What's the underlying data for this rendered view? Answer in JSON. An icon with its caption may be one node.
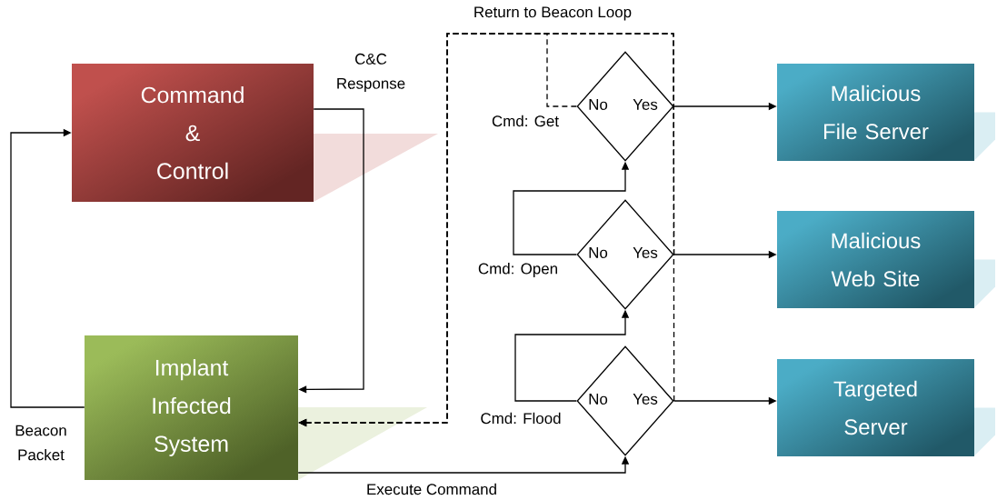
{
  "diagram": {
    "nodes": [
      {
        "text": [
          "Command & Control"
        ]
      },
      {
        "text": [
          "Implant Infected System"
        ]
      },
      {
        "text": [
          "No",
          "Yes"
        ],
        "beside": [
          "Cmd: Get"
        ]
      },
      {
        "text": [
          "No",
          "Yes"
        ],
        "beside": [
          "Cmd: Open"
        ]
      },
      {
        "text": [
          "No",
          "Yes"
        ],
        "beside": [
          "Cmd: Flood"
        ]
      },
      {
        "text": [
          "Malicious File Server"
        ]
      },
      {
        "text": [
          "Malicious Web Site"
        ]
      },
      {
        "text": [
          "Targeted Server"
        ]
      }
    ],
    "edges": [
      {
        "from": 1,
        "to": 0,
        "arrow": "to",
        "label": "Beacon Packet"
      },
      {
        "from": 0,
        "to": 1,
        "arrow": "to",
        "label": "C&C Response"
      },
      {
        "from": 1,
        "to": 4,
        "arrow": "to",
        "label": "Execute Command"
      },
      {
        "from": 4,
        "to": 3,
        "arrow": "to"
      },
      {
        "from": 3,
        "to": 2,
        "arrow": "to"
      },
      {
        "from": 2,
        "to": 1,
        "arrow": "to",
        "style": "dashed",
        "label": "Return to Beacon Loop"
      },
      {
        "from": 3,
        "to": 1,
        "arrow": "to",
        "style": "dashed"
      },
      {
        "from": 4,
        "to": 1,
        "arrow": "to",
        "style": "dashed"
      },
      {
        "from": 2,
        "to": 5,
        "arrow": "to"
      },
      {
        "from": 3,
        "to": 6,
        "arrow": "to"
      },
      {
        "from": 4,
        "to": 7,
        "arrow": "to"
      }
    ]
  }
}
